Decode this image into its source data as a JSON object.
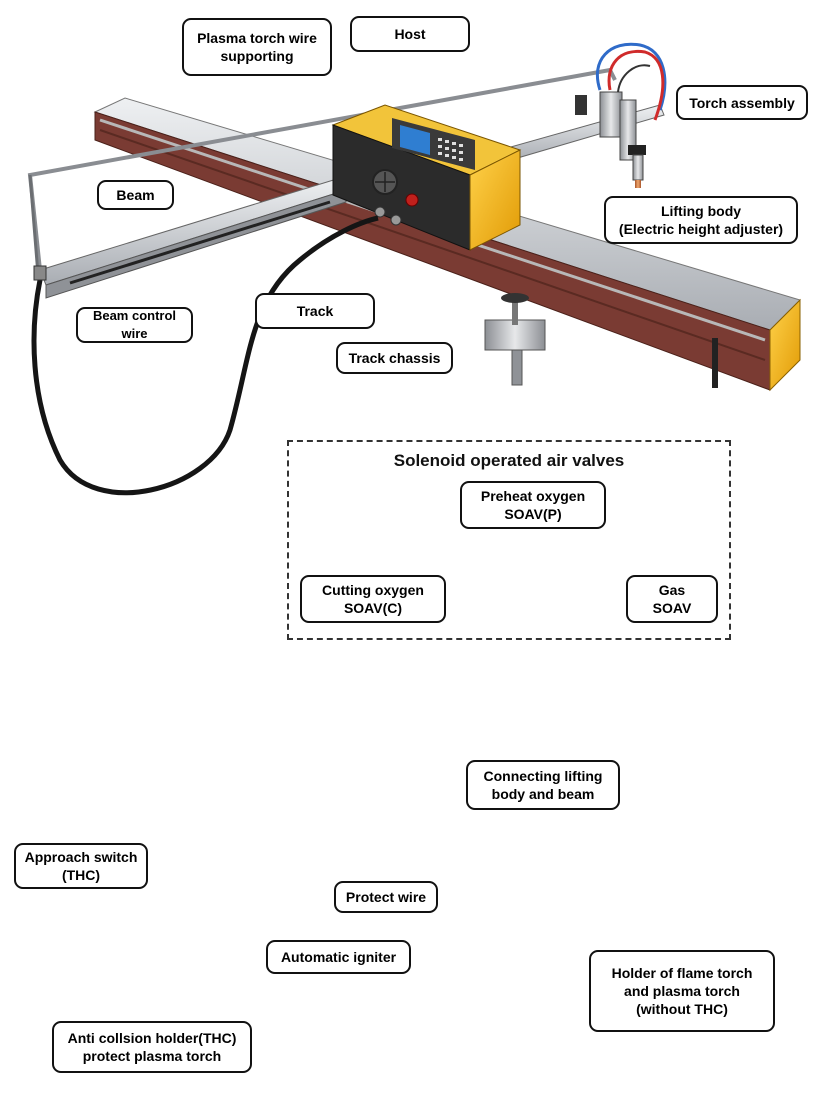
{
  "labels": {
    "plasma_torch_wire_supporting": "Plasma torch wire\nsupporting",
    "host": "Host",
    "torch_assembly": "Torch assembly",
    "beam": "Beam",
    "lifting_body": "Lifting body\n(Electric height adjuster)",
    "track": "Track",
    "beam_control_wire": "Beam control wire",
    "track_chassis": "Track chassis",
    "solenoid_title": "Solenoid operated air valves",
    "preheat_oxygen": "Preheat oxygen\nSOAV(P)",
    "cutting_oxygen": "Cutting oxygen\nSOAV(C)",
    "gas_soav": "Gas\nSOAV",
    "connecting_lifting": "Connecting lifting\nbody and beam",
    "approach_switch": "Approach switch\n(THC)",
    "protect_wire": "Protect wire",
    "automatic_igniter": "Automatic igniter",
    "anti_collision": "Anti collsion holder(THC)\nprotect plasma torch",
    "holder_flame": "Holder of flame torch\nand plasma torch\n(without THC)"
  },
  "colors": {
    "arrow_red": "#e01b1b",
    "host_yellow": "#f4b515",
    "rail_maroon": "#7a3b33",
    "rail_silver": "#c9ccd0",
    "label_border": "#111111"
  }
}
